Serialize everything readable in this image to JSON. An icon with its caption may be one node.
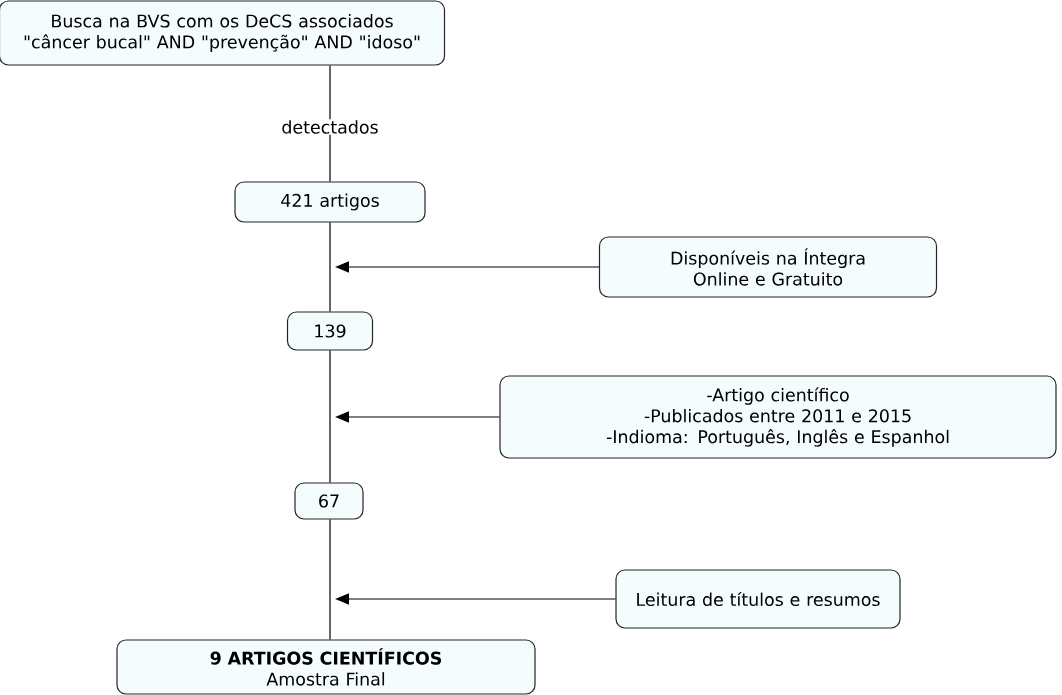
{
  "diagram": {
    "nodes": [
      {
        "text": [
          "Busca na BVS com os DeCS associados \"câncer bucal\" AND \"prevenção\" AND \"idoso\""
        ]
      },
      {
        "text": [
          "421 artigos"
        ]
      },
      {
        "text": [
          "Disponíveis na Íntegra Online e Gratuito"
        ]
      },
      {
        "text": [
          "139"
        ]
      },
      {
        "text": [
          "-Artigo científico",
          "-Publicados entre 2011 e 2015",
          "-Indioma: Português, Inglês e Espanhol"
        ]
      },
      {
        "text": [
          "67"
        ]
      },
      {
        "text": [
          "Leitura de títulos e resumos"
        ]
      },
      {
        "text": [
          "9 ARTIGOS CIENTÍFICOS",
          "Amostra Final"
        ]
      }
    ],
    "edges": [
      {
        "from": 0,
        "to": 1,
        "arrow": "none",
        "label": "detectados"
      },
      {
        "from": 1,
        "to": 3,
        "arrow": "none"
      },
      {
        "from": 3,
        "to": 5,
        "arrow": "none"
      },
      {
        "from": 5,
        "to": 7,
        "arrow": "none"
      },
      {
        "from": 2,
        "to": null,
        "arrow": "to"
      },
      {
        "from": 4,
        "to": null,
        "arrow": "to"
      },
      {
        "from": 6,
        "to": null,
        "arrow": "to"
      }
    ]
  }
}
